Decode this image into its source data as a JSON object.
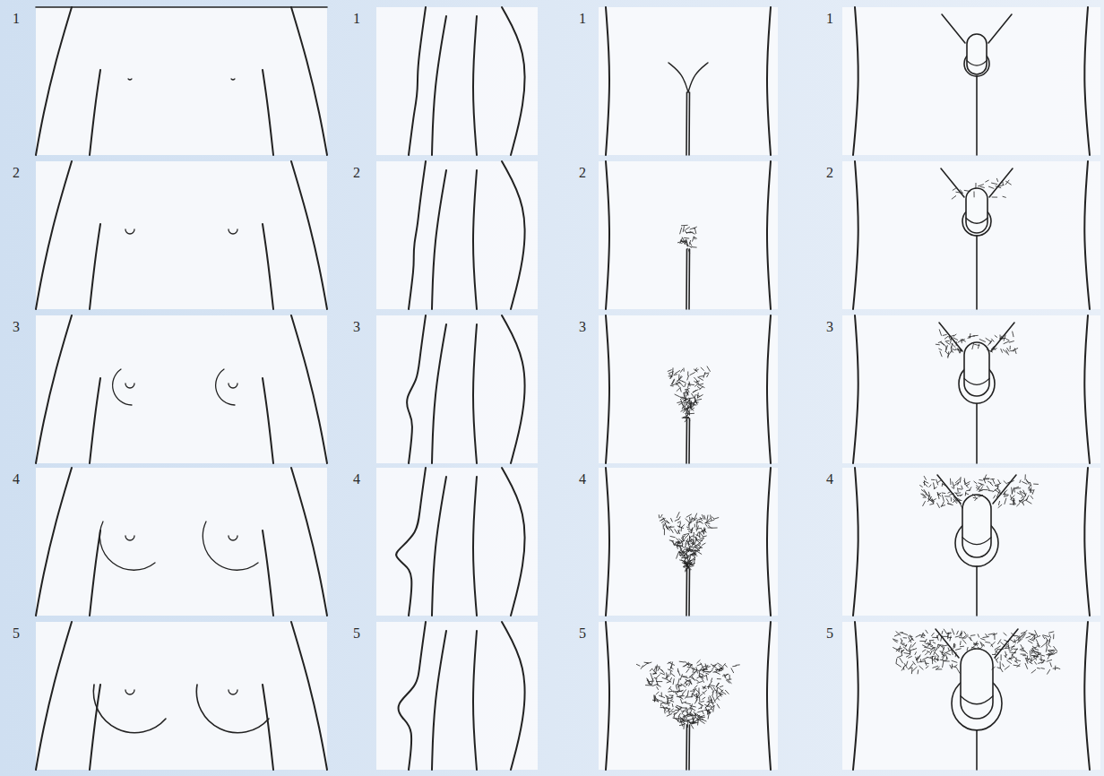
{
  "diagram": {
    "labels": [
      "1",
      "1",
      "1",
      "1",
      "2",
      "2",
      "2",
      "2",
      "3",
      "3",
      "3",
      "3",
      "4",
      "4",
      "4",
      "4",
      "5",
      "5",
      "5",
      "5"
    ]
  }
}
